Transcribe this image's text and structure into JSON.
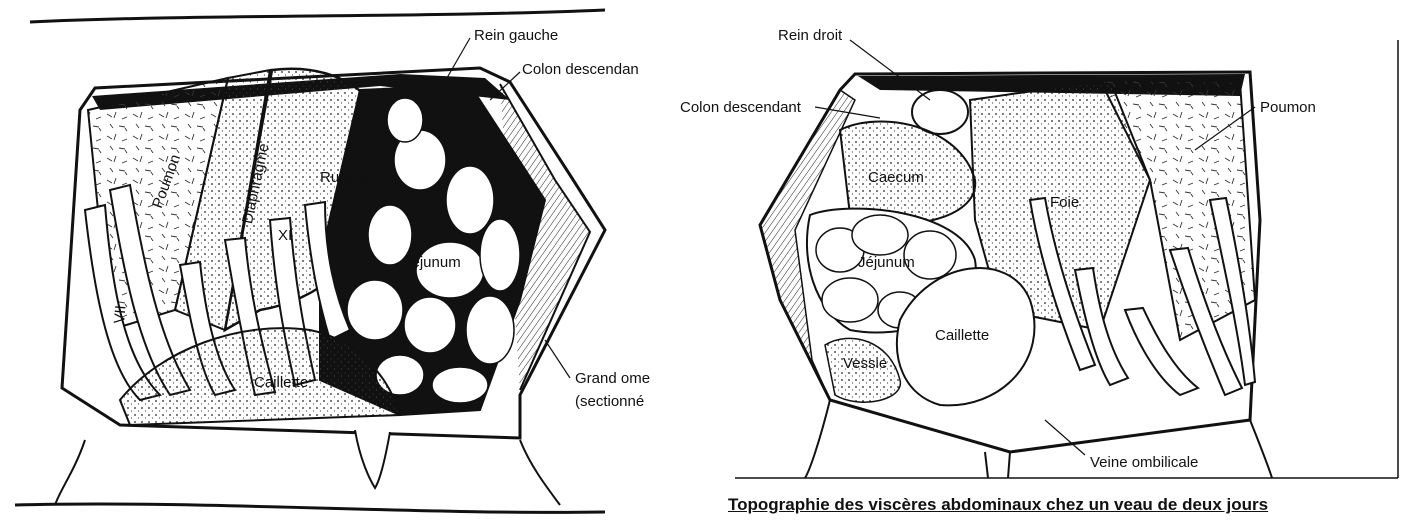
{
  "left_figure": {
    "labels": {
      "rein_gauche": "Rein gauche",
      "colon_descendant": "Colon descendan",
      "poumon": "Poumon",
      "diaphragme": "Diaphragme",
      "rumen": "Rumen",
      "xi": "XI",
      "vii": "VII",
      "jejunum": "Jejunum",
      "caillette": "Caillette",
      "grand_omentum_line1": "Grand ome",
      "grand_omentum_line2": "(sectionné"
    }
  },
  "right_figure": {
    "labels": {
      "rein_droit": "Rein droit",
      "colon_descendant": "Colon descendant",
      "poumon": "Poumon",
      "caecum": "Caecum",
      "foie": "Foie",
      "jejunum": "Jéjunum",
      "caillette": "Caillette",
      "vessie": "Vessie",
      "veine_ombilicale": "Veine ombilicale"
    }
  },
  "caption": "Topographie des viscères abdominaux chez un veau de deux jours"
}
